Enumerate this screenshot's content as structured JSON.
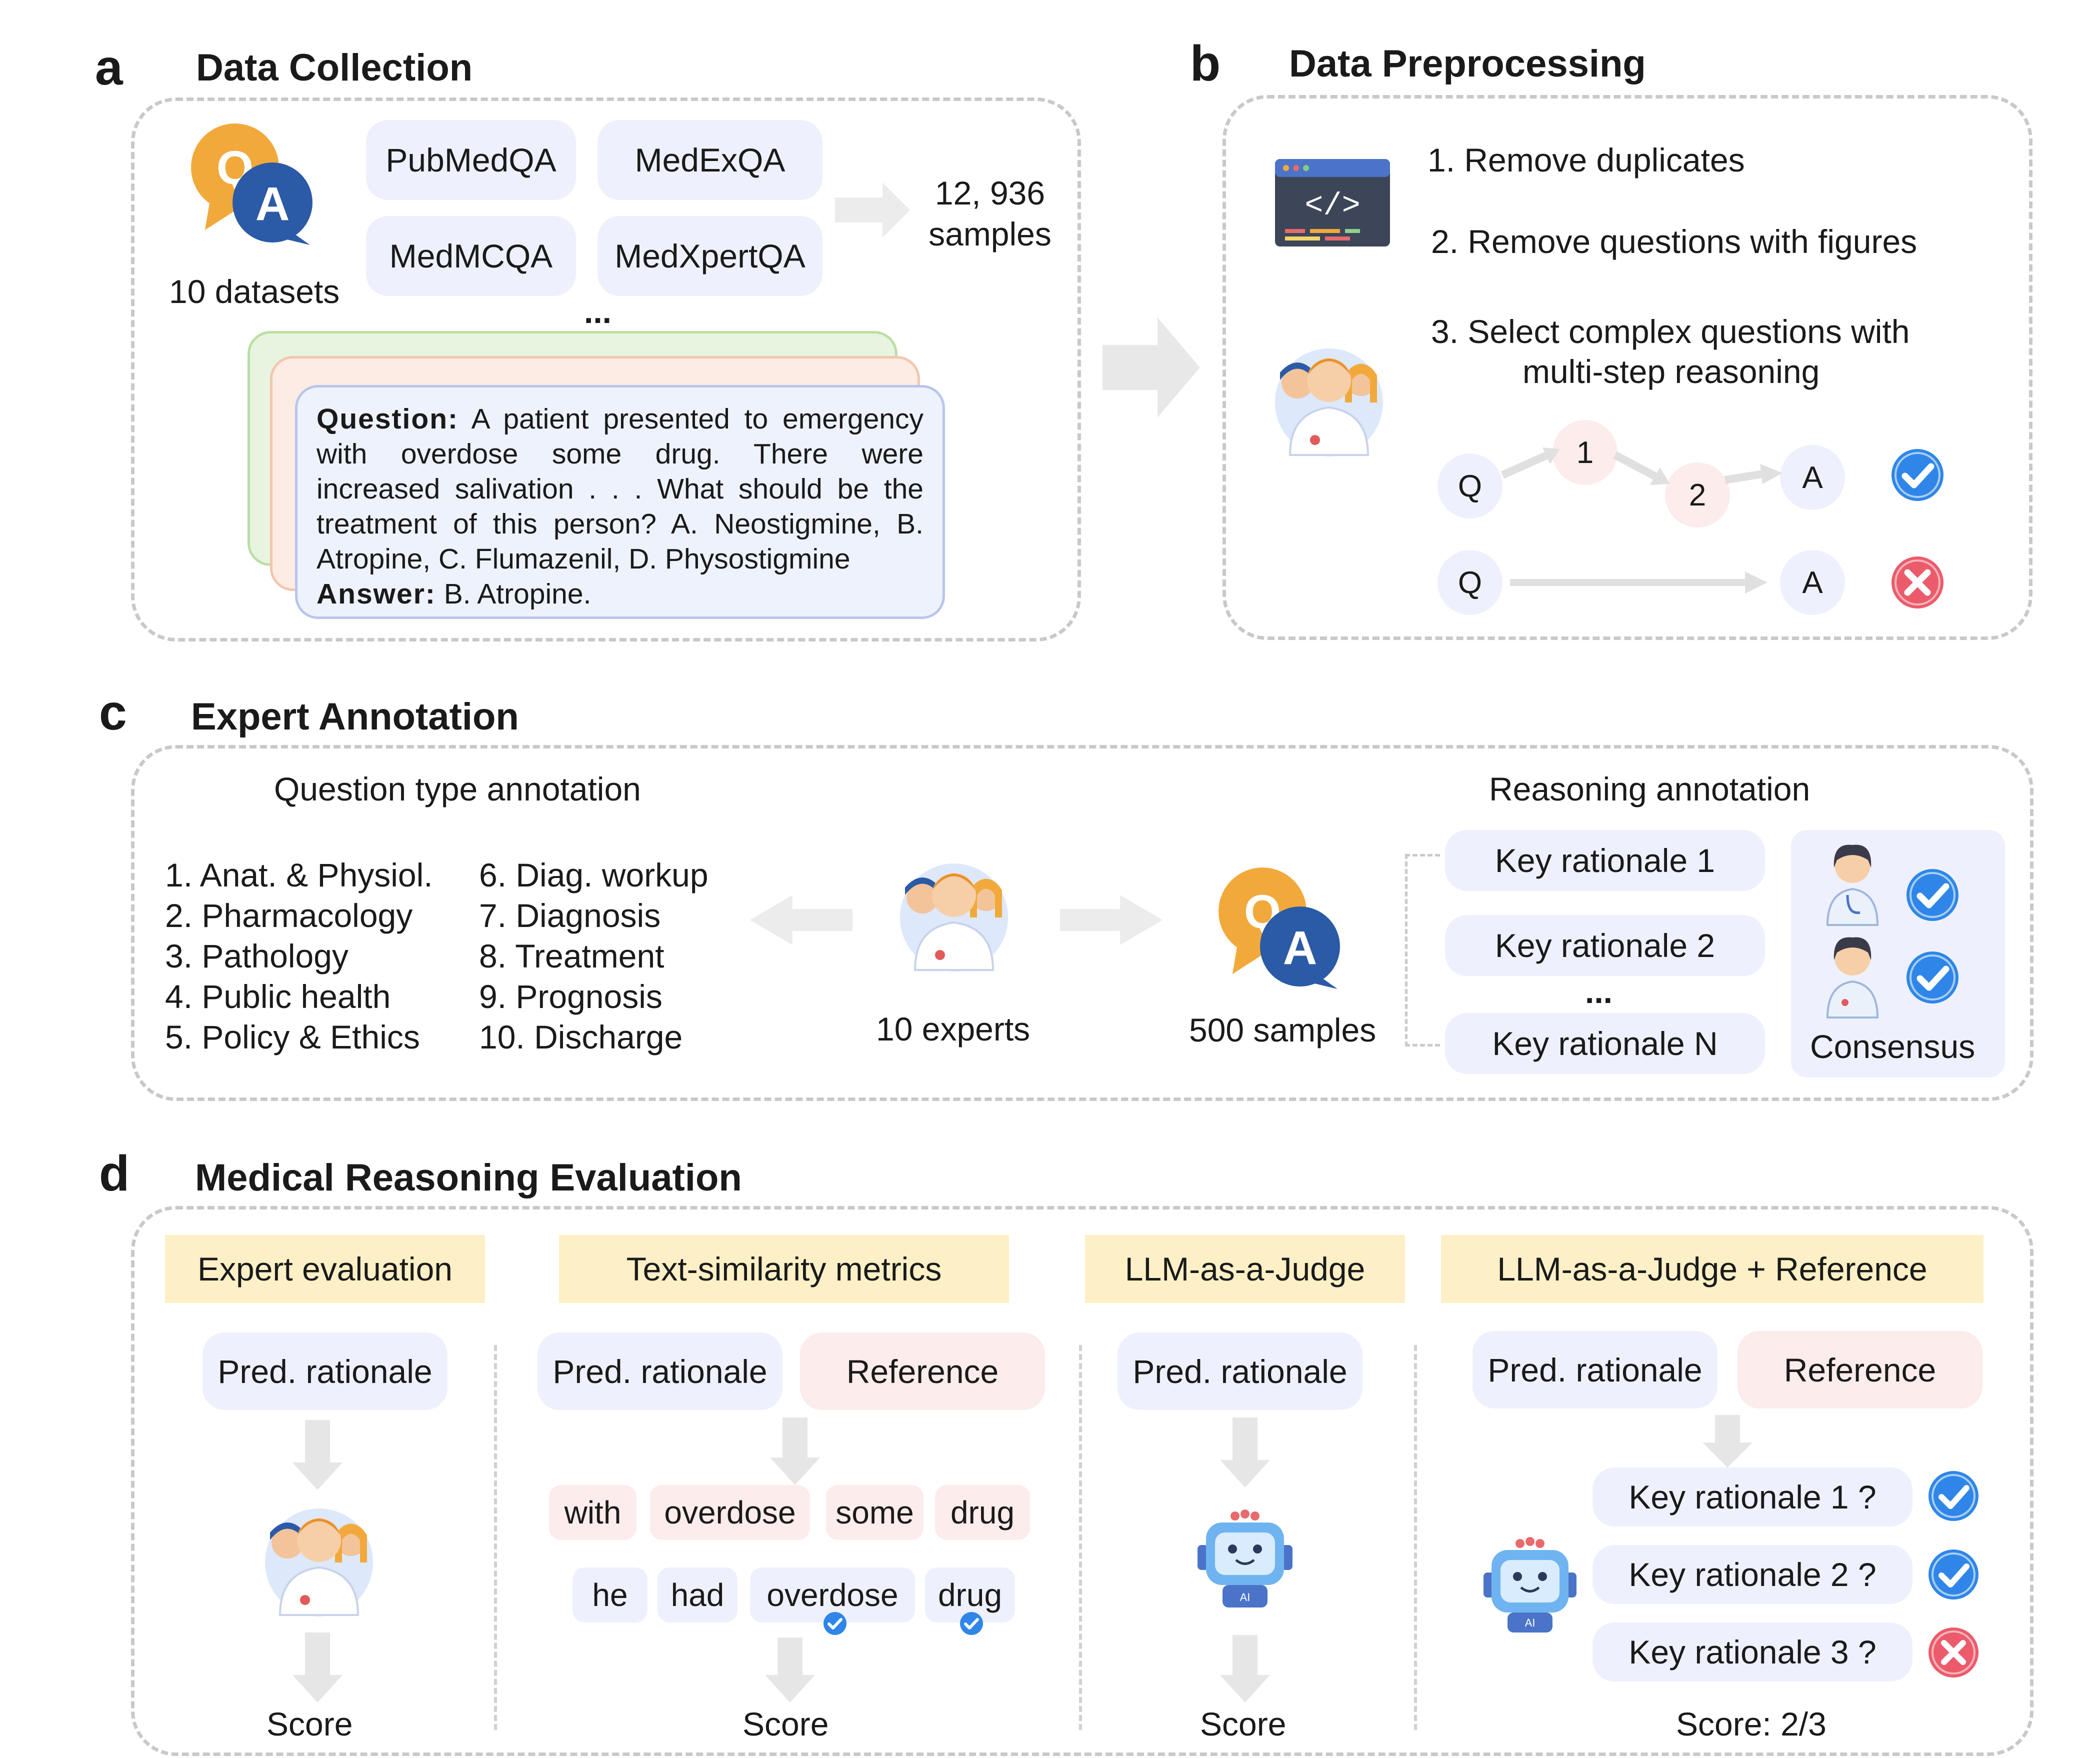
{
  "panel_a": {
    "letter": "a",
    "title": "Data Collection",
    "datasets_label": "10 datasets",
    "datasets": [
      "PubMedQA",
      "MedExQA",
      "MedMCQA",
      "MedXpertQA"
    ],
    "ellipsis": "...",
    "samples_count": "12, 936",
    "samples_word": "samples",
    "question_label": "Question:",
    "question_text": " A patient presented to emergency with overdose some drug. There were increased salivation . . . What should be the treatment of this person? A. Neostigmine, B. Atropine, C. Flumazenil, D. Physostigmine",
    "answer_label": "Answer:",
    "answer_text": " B. Atropine."
  },
  "panel_b": {
    "letter": "b",
    "title": "Data Preprocessing",
    "steps": [
      "1. Remove duplicates",
      "2. Remove questions with figures",
      "3. Select complex questions with",
      "multi-step reasoning"
    ],
    "node_q": "Q",
    "node_1": "1",
    "node_2": "2",
    "node_a": "A"
  },
  "panel_c": {
    "letter": "c",
    "title": "Expert Annotation",
    "qtype_heading": "Question type annotation",
    "qtypes_left": [
      "1. Anat. & Physiol.",
      "2. Pharmacology",
      "3. Pathology",
      "4. Public health",
      "5. Policy & Ethics"
    ],
    "qtypes_right": [
      "6. Diag. workup",
      "7. Diagnosis",
      "8. Treatment",
      "9. Prognosis",
      "10. Discharge"
    ],
    "experts_label": "10 experts",
    "samples_label": "500 samples",
    "reasoning_heading": "Reasoning annotation",
    "rationales": [
      "Key rationale 1",
      "Key rationale 2",
      "...",
      "Key rationale N"
    ],
    "consensus_label": "Consensus"
  },
  "panel_d": {
    "letter": "d",
    "title": "Medical Reasoning Evaluation",
    "headers": [
      "Expert evaluation",
      "Text-similarity metrics",
      "LLM-as-a-Judge",
      "LLM-as-a-Judge + Reference"
    ],
    "pred_label": "Pred. rationale",
    "reference_label": "Reference",
    "tokens_row1": [
      "with",
      "overdose",
      "some",
      "drug"
    ],
    "tokens_row2": [
      "he",
      "had",
      "overdose",
      "drug"
    ],
    "score_label": "Score",
    "key_checks": [
      "Key rationale 1 ?",
      "Key rationale 2 ?",
      "Key rationale 3 ?"
    ],
    "final_score": "Score: 2/3"
  },
  "colors": {
    "pill_blue": "#eef1fd",
    "pill_pink": "#fdecec",
    "header_yellow": "#fdf0c6",
    "check_blue": "#2f86e8",
    "cross_red": "#ec5b6b",
    "dash_gray": "#c9c9c9"
  }
}
